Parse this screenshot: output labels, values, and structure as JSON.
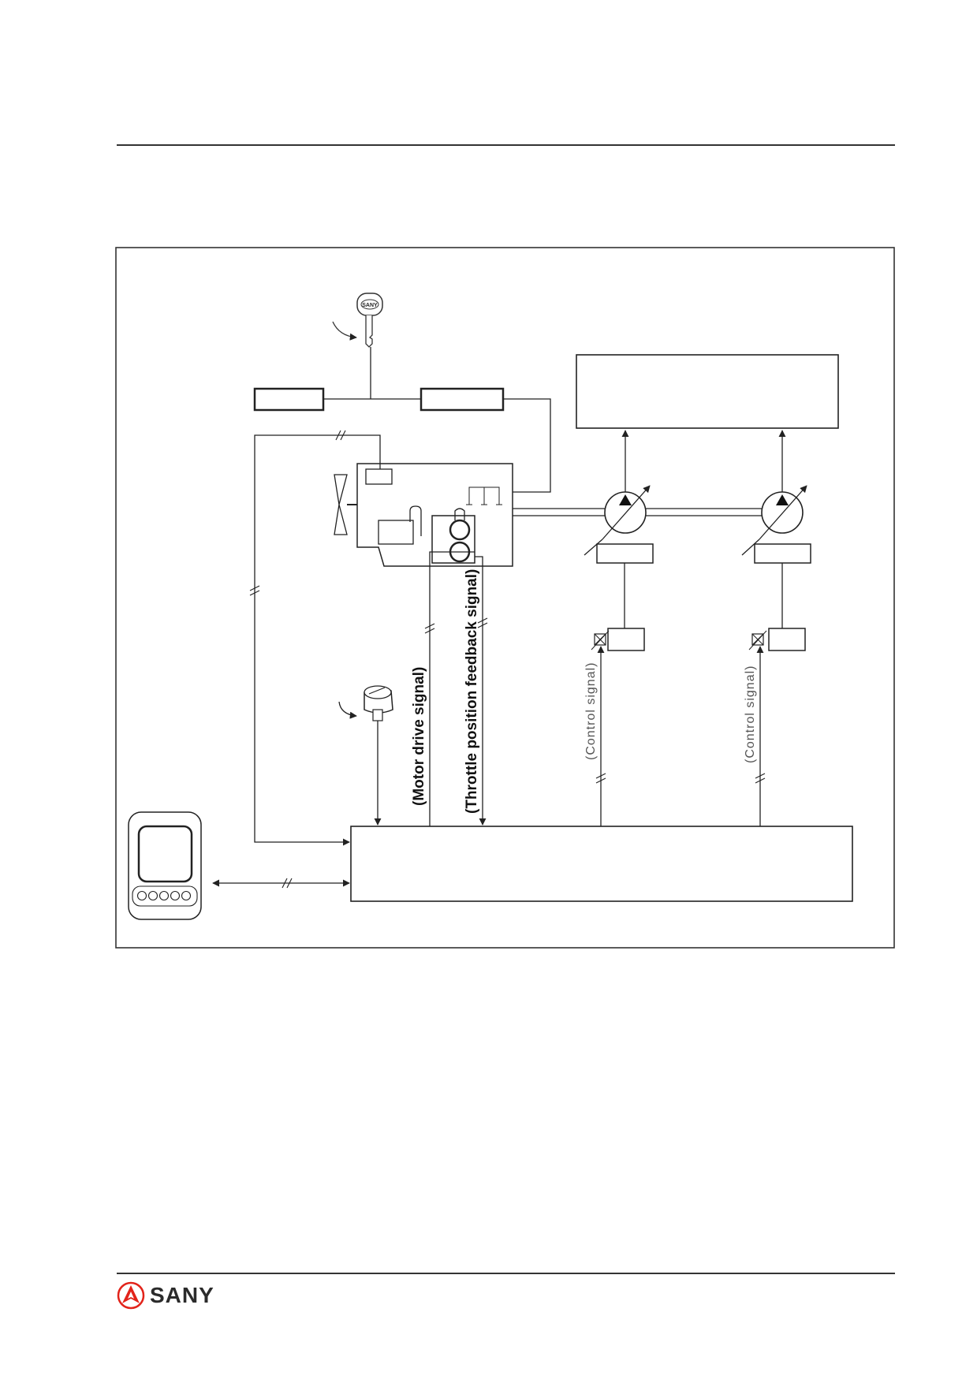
{
  "diagram": {
    "signals": {
      "motor_drive": "(Motor drive signal)",
      "throttle_feedback": "(Throttle position feedback signal)",
      "control_left": "(Control signal)",
      "control_right": "(Control signal)"
    },
    "key_brand": "SANY"
  },
  "footer": {
    "logo_text": "SANY",
    "logo_color": "#e2231a"
  }
}
